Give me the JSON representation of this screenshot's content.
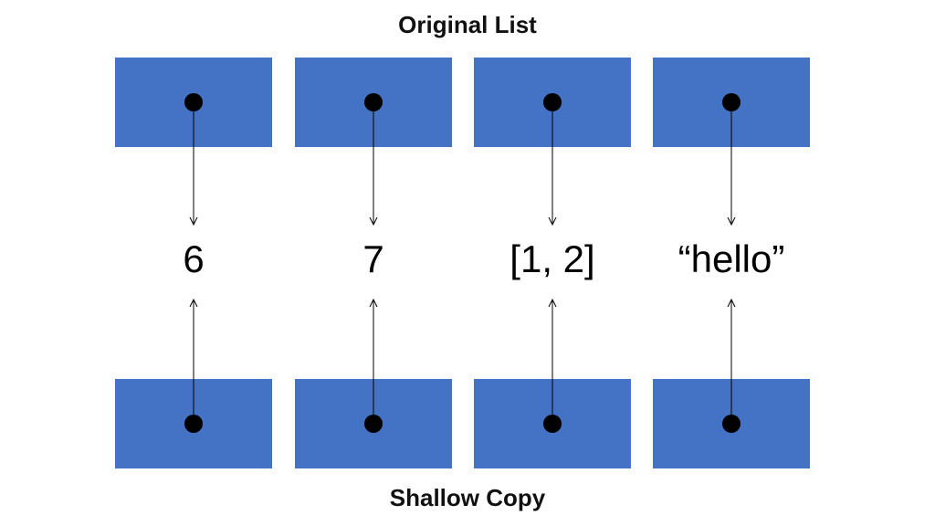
{
  "titles": {
    "top": "Original List",
    "bottom": "Shallow Copy"
  },
  "values": [
    "6",
    "7",
    "[1, 2]",
    "“hello”"
  ],
  "colors": {
    "cell_fill": "#4472C4",
    "dot": "#000000",
    "arrow": "#000000",
    "text": "#000000"
  }
}
